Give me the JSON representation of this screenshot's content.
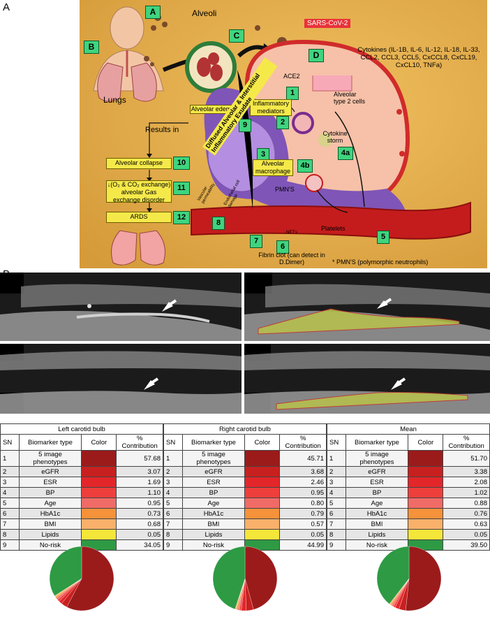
{
  "panel_a": {
    "letter": "A",
    "step_labels": {
      "A": "A",
      "B": "B",
      "C": "C",
      "D": "D",
      "n1": "1",
      "n2": "2",
      "n3": "3",
      "n4a": "4a",
      "n4b": "4b",
      "n5": "5",
      "n6": "6",
      "n7": "7",
      "n8": "8",
      "n9": "9",
      "n10": "10",
      "n11": "11",
      "n12": "12"
    },
    "alveoli": "Alveoli",
    "lungs": "Lungs",
    "sars": "SARS-CoV-2",
    "cytokines": "Cytokines (IL-1B, IL-6, IL-12, IL-18, IL-33, CCL2, CCL3, CCL5, CxCCL8, CxCL19, CxCL10, TNFa)",
    "ace2": "ACE2",
    "alveolar_type2": "Alveolar type 2 cells",
    "inflammatory_mediators": "Inflammatory mediators",
    "cytokine_storm": "Cytokine storm",
    "alveolar_edema": "Alveolar edema",
    "results_in": "Results in",
    "alveolar_macrophage": "Alveolar macrophage",
    "diffused_exudate": "Diffused Alveolar & Interstitial Inflammatory Exudate",
    "pmns": "PMN'S",
    "platelets": "Platelets",
    "alveolar_collapse": "Alveolar collapse",
    "gas_exchange": "↓(O₂ & CO₂ exchange) alveolar Gas exchange disorder",
    "ards": "ARDS",
    "fibrin": "Fibrin clot (can detect in D.Dimer)",
    "pmn_note": "* PMN'S (polymorphic neutrophils)",
    "net": "NET's",
    "vascular_permeability": "Vascular permeability",
    "endothelial_damage": "Endothelial cell damage"
  },
  "panel_b": {
    "letter": "B",
    "tables": [
      {
        "title": "Left carotid bulb",
        "headers": [
          "SN",
          "Biomarker type",
          "Color",
          "% Contribution"
        ],
        "rows": [
          {
            "sn": "1",
            "type": "5 image phenotypes",
            "color": "#9b1b1b",
            "value": "57.68"
          },
          {
            "sn": "2",
            "type": "eGFR",
            "color": "#c8201f",
            "value": "3.07"
          },
          {
            "sn": "3",
            "type": "ESR",
            "color": "#e3262a",
            "value": "1.69"
          },
          {
            "sn": "4",
            "type": "BP",
            "color": "#ee3f3c",
            "value": "1.10"
          },
          {
            "sn": "5",
            "type": "Age",
            "color": "#f06a66",
            "value": "0.95"
          },
          {
            "sn": "6",
            "type": "HbA1c",
            "color": "#f5923a",
            "value": "0.73"
          },
          {
            "sn": "7",
            "type": "BMI",
            "color": "#f8b06b",
            "value": "0.68"
          },
          {
            "sn": "8",
            "type": "Lipids",
            "color": "#f5e63a",
            "value": "0.05"
          },
          {
            "sn": "9",
            "type": "No-risk",
            "color": "#2e9a44",
            "value": "34.05"
          }
        ]
      },
      {
        "title": "Right carotid bulb",
        "headers": [
          "SN",
          "Biomarker type",
          "Color",
          "% Contribution"
        ],
        "rows": [
          {
            "sn": "1",
            "type": "5 image phenotypes",
            "color": "#9b1b1b",
            "value": "45.71"
          },
          {
            "sn": "2",
            "type": "eGFR",
            "color": "#c8201f",
            "value": "3.68"
          },
          {
            "sn": "3",
            "type": "ESR",
            "color": "#e3262a",
            "value": "2.46"
          },
          {
            "sn": "4",
            "type": "BP",
            "color": "#ee3f3c",
            "value": "0.95"
          },
          {
            "sn": "5",
            "type": "Age",
            "color": "#f06a66",
            "value": "0.80"
          },
          {
            "sn": "6",
            "type": "HbA1c",
            "color": "#f5923a",
            "value": "0.79"
          },
          {
            "sn": "7",
            "type": "BMI",
            "color": "#f8b06b",
            "value": "0.57"
          },
          {
            "sn": "8",
            "type": "Lipids",
            "color": "#f5e63a",
            "value": "0.05"
          },
          {
            "sn": "9",
            "type": "No-risk",
            "color": "#2e9a44",
            "value": "44.99"
          }
        ]
      },
      {
        "title": "Mean",
        "headers": [
          "SN",
          "Biomarker type",
          "Color",
          "% Contribution"
        ],
        "rows": [
          {
            "sn": "1",
            "type": "5 image phenotypes",
            "color": "#9b1b1b",
            "value": "51.70"
          },
          {
            "sn": "2",
            "type": "eGFR",
            "color": "#c8201f",
            "value": "3.38"
          },
          {
            "sn": "3",
            "type": "ESR",
            "color": "#e3262a",
            "value": "2.08"
          },
          {
            "sn": "4",
            "type": "BP",
            "color": "#ee3f3c",
            "value": "1.02"
          },
          {
            "sn": "5",
            "type": "Age",
            "color": "#f06a66",
            "value": "0.88"
          },
          {
            "sn": "6",
            "type": "HbA1c",
            "color": "#f5923a",
            "value": "0.76"
          },
          {
            "sn": "7",
            "type": "BMI",
            "color": "#f8b06b",
            "value": "0.63"
          },
          {
            "sn": "8",
            "type": "Lipids",
            "color": "#f5e63a",
            "value": "0.05"
          },
          {
            "sn": "9",
            "type": "No-risk",
            "color": "#2e9a44",
            "value": "39.50"
          }
        ]
      }
    ]
  },
  "chart_data": [
    {
      "type": "pie",
      "series_source": "Left carotid bulb",
      "categories": [
        "5 image phenotypes",
        "eGFR",
        "ESR",
        "BP",
        "Age",
        "HbA1c",
        "BMI",
        "Lipids",
        "No-risk"
      ],
      "values": [
        57.68,
        3.07,
        1.69,
        1.1,
        0.95,
        0.73,
        0.68,
        0.05,
        34.05
      ],
      "colors": [
        "#9b1b1b",
        "#c8201f",
        "#e3262a",
        "#ee3f3c",
        "#f06a66",
        "#f5923a",
        "#f8b06b",
        "#f5e63a",
        "#2e9a44"
      ]
    },
    {
      "type": "pie",
      "series_source": "Right carotid bulb",
      "categories": [
        "5 image phenotypes",
        "eGFR",
        "ESR",
        "BP",
        "Age",
        "HbA1c",
        "BMI",
        "Lipids",
        "No-risk"
      ],
      "values": [
        45.71,
        3.68,
        2.46,
        0.95,
        0.8,
        0.79,
        0.57,
        0.05,
        44.99
      ],
      "colors": [
        "#9b1b1b",
        "#c8201f",
        "#e3262a",
        "#ee3f3c",
        "#f06a66",
        "#f5923a",
        "#f8b06b",
        "#f5e63a",
        "#2e9a44"
      ]
    },
    {
      "type": "pie",
      "series_source": "Mean",
      "categories": [
        "5 image phenotypes",
        "eGFR",
        "ESR",
        "BP",
        "Age",
        "HbA1c",
        "BMI",
        "Lipids",
        "No-risk"
      ],
      "values": [
        51.7,
        3.38,
        2.08,
        1.02,
        0.88,
        0.76,
        0.63,
        0.05,
        39.5
      ],
      "colors": [
        "#9b1b1b",
        "#c8201f",
        "#e3262a",
        "#ee3f3c",
        "#f06a66",
        "#f5923a",
        "#f8b06b",
        "#f5e63a",
        "#2e9a44"
      ]
    }
  ]
}
